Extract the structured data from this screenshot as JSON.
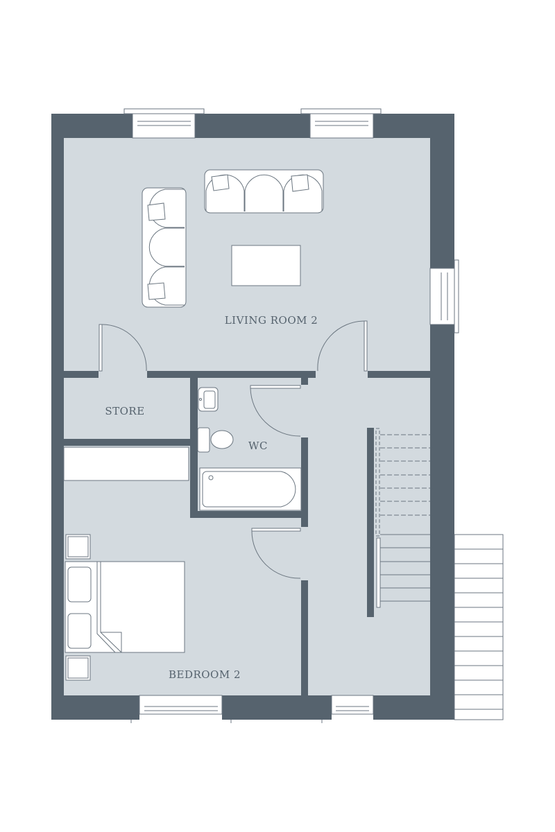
{
  "plan": {
    "rooms": {
      "living_room": "LIVING ROOM 2",
      "store": "STORE",
      "wc": "WC",
      "bedroom": "BEDROOM 2"
    },
    "colors": {
      "wall": "#56636e",
      "floor": "#d3dadf",
      "line": "#6b7680"
    }
  }
}
